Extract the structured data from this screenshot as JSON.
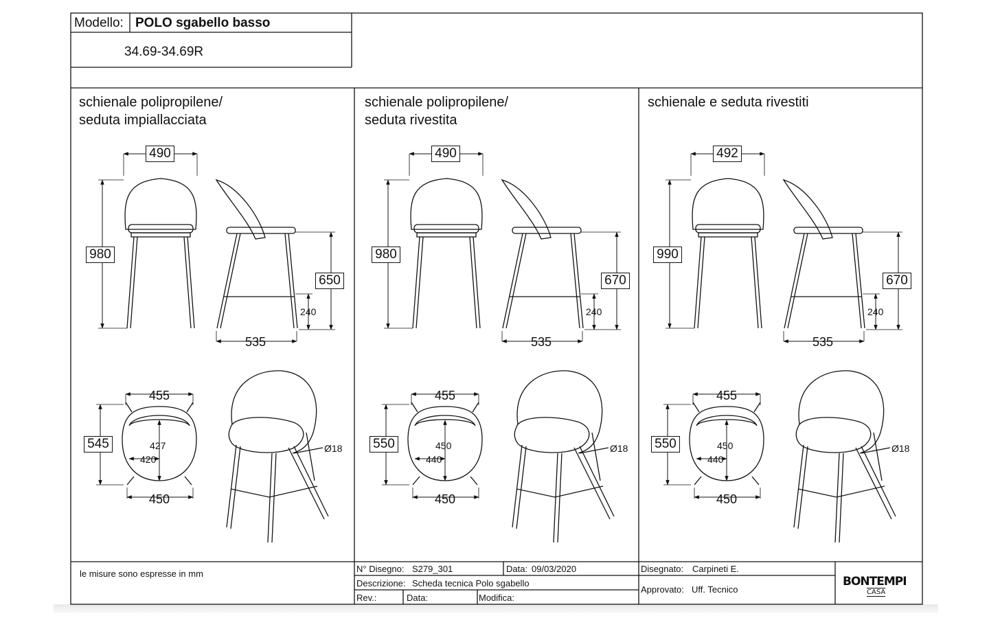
{
  "header": {
    "model_label": "Modello:",
    "model_name": "POLO sgabello basso",
    "codes": "34.69-34.69R"
  },
  "panels": [
    {
      "title_line1": "schienale polipropilene/",
      "title_line2": "seduta impiallacciata",
      "front": {
        "width": "490",
        "height": "980"
      },
      "side": {
        "depth": "535",
        "seat_height": "650",
        "footrest": "240"
      },
      "top": {
        "width_top": "455",
        "depth": "545",
        "inner_depth": "427",
        "inner_width": "420",
        "width_bottom": "450"
      },
      "persp": {
        "tube": "Ø18"
      }
    },
    {
      "title_line1": "schienale polipropilene/",
      "title_line2": "seduta rivestita",
      "front": {
        "width": "490",
        "height": "980"
      },
      "side": {
        "depth": "535",
        "seat_height": "670",
        "footrest": "240"
      },
      "top": {
        "width_top": "455",
        "depth": "550",
        "inner_depth": "450",
        "inner_width": "440",
        "width_bottom": "450"
      },
      "persp": {
        "tube": "Ø18"
      }
    },
    {
      "title_line1": "schienale e seduta rivestiti",
      "title_line2": "",
      "front": {
        "width": "492",
        "height": "990"
      },
      "side": {
        "depth": "535",
        "seat_height": "670",
        "footrest": "240"
      },
      "top": {
        "width_top": "455",
        "depth": "550",
        "inner_depth": "450",
        "inner_width": "440",
        "width_bottom": "450"
      },
      "persp": {
        "tube": "Ø18"
      }
    }
  ],
  "footer": {
    "note": "le misure sono espresse in mm",
    "drawing_no_label": "N° Disegno:",
    "drawing_no": "S279_301",
    "date_label": "Data:",
    "date": "09/03/2020",
    "drawn_label": "Disegnato:",
    "drawn_by": "Carpineti E.",
    "desc_label": "Descrizione:",
    "desc": "Scheda tecnica Polo sgabello",
    "approved_label": "Approvato:",
    "approved_by": "Uff. Tecnico",
    "rev_label": "Rev.:",
    "date2_label": "Data:",
    "mod_label": "Modifica:"
  },
  "logo": {
    "brand": "BONTEMPI",
    "sub": "CASA"
  }
}
